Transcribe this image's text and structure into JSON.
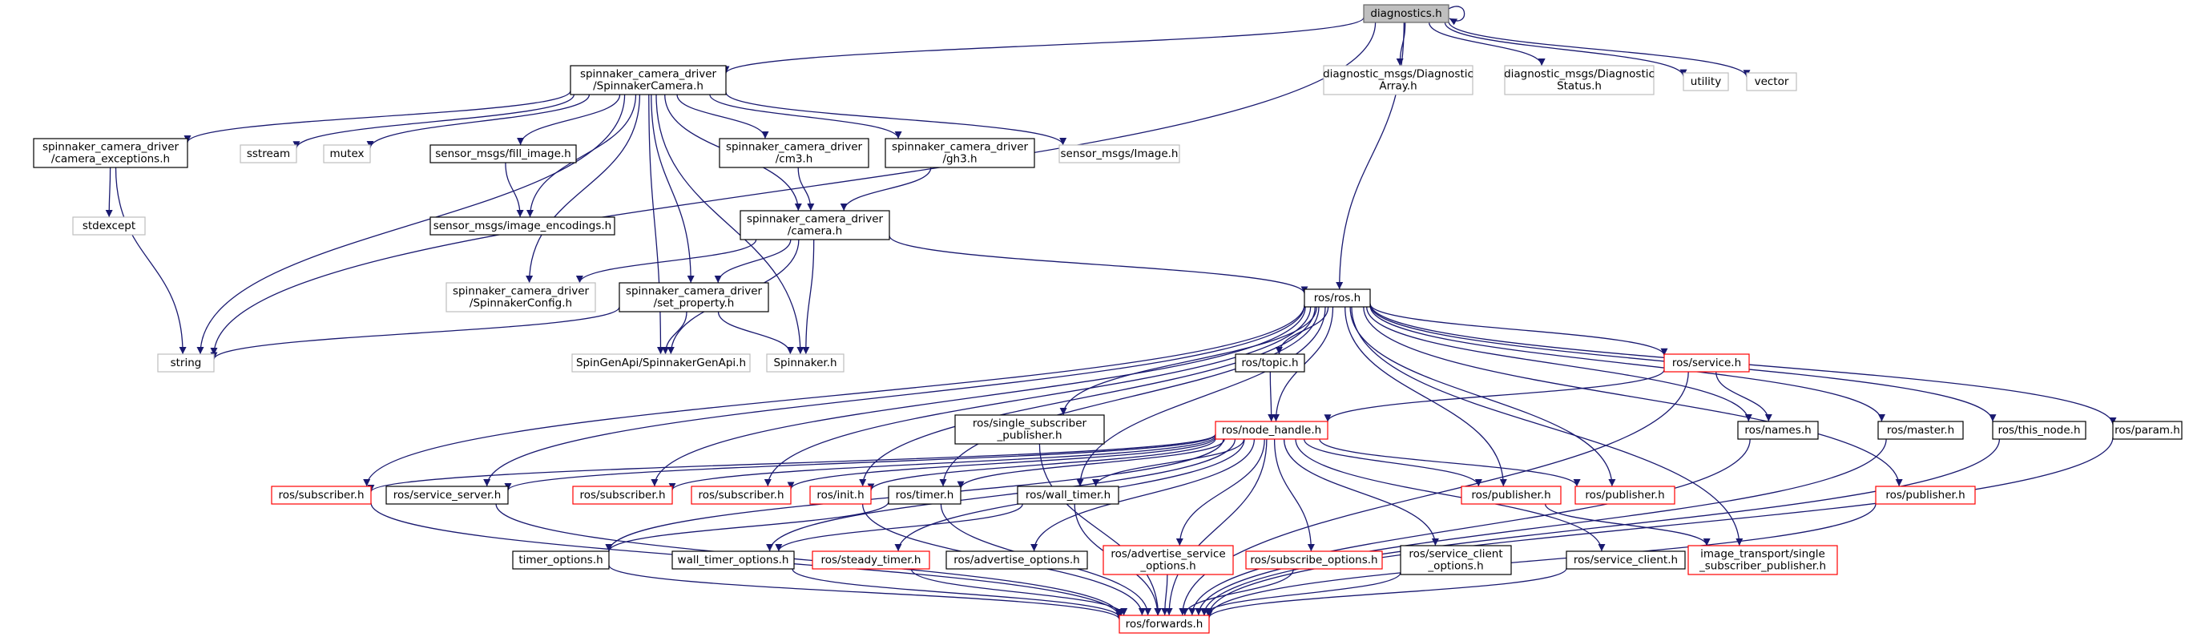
{
  "colors": {
    "edge": "#191970",
    "focus_fill": "#bfbfbf",
    "documented": "#000000",
    "undocumented": "#bfbfbf",
    "truncated": "#ff0000"
  },
  "nodes": [
    {
      "id": "diag",
      "lines": [
        "diagnostics.h"
      ],
      "style": "focus"
    },
    {
      "id": "spincam",
      "lines": [
        "spinnaker_camera_driver",
        "/SpinnakerCamera.h"
      ],
      "style": "doc"
    },
    {
      "id": "darray",
      "lines": [
        "diagnostic_msgs/Diagnostic",
        "Array.h"
      ],
      "style": "undoc"
    },
    {
      "id": "dstatus",
      "lines": [
        "diagnostic_msgs/Diagnostic",
        "Status.h"
      ],
      "style": "undoc"
    },
    {
      "id": "utility",
      "lines": [
        "utility"
      ],
      "style": "undoc"
    },
    {
      "id": "vector",
      "lines": [
        "vector"
      ],
      "style": "undoc"
    },
    {
      "id": "camexc",
      "lines": [
        "spinnaker_camera_driver",
        "/camera_exceptions.h"
      ],
      "style": "doc"
    },
    {
      "id": "sstream",
      "lines": [
        "sstream"
      ],
      "style": "undoc"
    },
    {
      "id": "mutex",
      "lines": [
        "mutex"
      ],
      "style": "undoc"
    },
    {
      "id": "fillimg",
      "lines": [
        "sensor_msgs/fill_image.h"
      ],
      "style": "doc"
    },
    {
      "id": "cm3",
      "lines": [
        "spinnaker_camera_driver",
        "/cm3.h"
      ],
      "style": "doc"
    },
    {
      "id": "gh3",
      "lines": [
        "spinnaker_camera_driver",
        "/gh3.h"
      ],
      "style": "doc"
    },
    {
      "id": "imagemsg",
      "lines": [
        "sensor_msgs/Image.h"
      ],
      "style": "undoc"
    },
    {
      "id": "stdexcept",
      "lines": [
        "stdexcept"
      ],
      "style": "undoc"
    },
    {
      "id": "imgenc",
      "lines": [
        "sensor_msgs/image_encodings.h"
      ],
      "style": "doc"
    },
    {
      "id": "camera",
      "lines": [
        "spinnaker_camera_driver",
        "/camera.h"
      ],
      "style": "doc"
    },
    {
      "id": "spinconfig",
      "lines": [
        "spinnaker_camera_driver",
        "/SpinnakerConfig.h"
      ],
      "style": "undoc"
    },
    {
      "id": "setprop",
      "lines": [
        "spinnaker_camera_driver",
        "/set_property.h"
      ],
      "style": "doc"
    },
    {
      "id": "string",
      "lines": [
        "string"
      ],
      "style": "undoc"
    },
    {
      "id": "genapi",
      "lines": [
        "SpinGenApi/SpinnakerGenApi.h"
      ],
      "style": "undoc"
    },
    {
      "id": "spinnaker",
      "lines": [
        "Spinnaker.h"
      ],
      "style": "undoc"
    },
    {
      "id": "ros",
      "lines": [
        "ros/ros.h"
      ],
      "style": "doc"
    },
    {
      "id": "topic",
      "lines": [
        "ros/topic.h"
      ],
      "style": "doc"
    },
    {
      "id": "service",
      "lines": [
        "ros/service.h"
      ],
      "style": "trunc"
    },
    {
      "id": "singlesub",
      "lines": [
        "ros/single_subscriber",
        "_publisher.h"
      ],
      "style": "doc"
    },
    {
      "id": "nodehandle",
      "lines": [
        "ros/node_handle.h"
      ],
      "style": "trunc"
    },
    {
      "id": "names",
      "lines": [
        "ros/names.h"
      ],
      "style": "doc"
    },
    {
      "id": "master",
      "lines": [
        "ros/master.h"
      ],
      "style": "doc"
    },
    {
      "id": "thisnode",
      "lines": [
        "ros/this_node.h"
      ],
      "style": "doc"
    },
    {
      "id": "param",
      "lines": [
        "ros/param.h"
      ],
      "style": "doc"
    },
    {
      "id": "subscriber1",
      "lines": [
        "ros/subscriber.h"
      ],
      "style": "trunc"
    },
    {
      "id": "serviceserver",
      "lines": [
        "ros/service_server.h"
      ],
      "style": "doc"
    },
    {
      "id": "subscriber2",
      "lines": [
        "ros/subscriber.h"
      ],
      "style": "trunc"
    },
    {
      "id": "subscriber3",
      "lines": [
        "ros/subscriber.h"
      ],
      "style": "trunc"
    },
    {
      "id": "init",
      "lines": [
        "ros/init.h"
      ],
      "style": "trunc"
    },
    {
      "id": "timer",
      "lines": [
        "ros/timer.h"
      ],
      "style": "doc"
    },
    {
      "id": "walltimer",
      "lines": [
        "ros/wall_timer.h"
      ],
      "style": "doc"
    },
    {
      "id": "publisher1",
      "lines": [
        "ros/publisher.h"
      ],
      "style": "trunc"
    },
    {
      "id": "publisher2",
      "lines": [
        "ros/publisher.h"
      ],
      "style": "trunc"
    },
    {
      "id": "publisher3",
      "lines": [
        "ros/publisher.h"
      ],
      "style": "trunc"
    },
    {
      "id": "timeropts",
      "lines": [
        "timer_options.h"
      ],
      "style": "doc"
    },
    {
      "id": "walltimeropts",
      "lines": [
        "wall_timer_options.h"
      ],
      "style": "doc"
    },
    {
      "id": "steadytimer",
      "lines": [
        "ros/steady_timer.h"
      ],
      "style": "trunc"
    },
    {
      "id": "advopts",
      "lines": [
        "ros/advertise_options.h"
      ],
      "style": "doc"
    },
    {
      "id": "advsvcopts",
      "lines": [
        "ros/advertise_service",
        "_options.h"
      ],
      "style": "trunc"
    },
    {
      "id": "subopts",
      "lines": [
        "ros/subscribe_options.h"
      ],
      "style": "trunc"
    },
    {
      "id": "svcclientopts",
      "lines": [
        "ros/service_client",
        "_options.h"
      ],
      "style": "doc"
    },
    {
      "id": "svcclient",
      "lines": [
        "ros/service_client.h"
      ],
      "style": "doc"
    },
    {
      "id": "imgtransport",
      "lines": [
        "image_transport/single",
        "_subscriber_publisher.h"
      ],
      "style": "trunc"
    },
    {
      "id": "forwards",
      "lines": [
        "ros/forwards.h"
      ],
      "style": "trunc"
    }
  ],
  "edges": [
    [
      "diag",
      "diag"
    ],
    [
      "diag",
      "spincam"
    ],
    [
      "diag",
      "darray"
    ],
    [
      "diag",
      "dstatus"
    ],
    [
      "diag",
      "utility"
    ],
    [
      "diag",
      "vector"
    ],
    [
      "diag",
      "string"
    ],
    [
      "diag",
      "ros"
    ],
    [
      "spincam",
      "camexc"
    ],
    [
      "spincam",
      "sstream"
    ],
    [
      "spincam",
      "mutex"
    ],
    [
      "spincam",
      "fillimg"
    ],
    [
      "spincam",
      "cm3"
    ],
    [
      "spincam",
      "gh3"
    ],
    [
      "spincam",
      "imagemsg"
    ],
    [
      "spincam",
      "imgenc"
    ],
    [
      "spincam",
      "camera"
    ],
    [
      "spincam",
      "spinconfig"
    ],
    [
      "spincam",
      "setprop"
    ],
    [
      "spincam",
      "string"
    ],
    [
      "spincam",
      "genapi"
    ],
    [
      "spincam",
      "spinnaker"
    ],
    [
      "camexc",
      "stdexcept"
    ],
    [
      "camexc",
      "string"
    ],
    [
      "fillimg",
      "imgenc"
    ],
    [
      "cm3",
      "camera"
    ],
    [
      "gh3",
      "camera"
    ],
    [
      "camera",
      "spinconfig"
    ],
    [
      "camera",
      "setprop"
    ],
    [
      "camera",
      "genapi"
    ],
    [
      "camera",
      "spinnaker"
    ],
    [
      "camera",
      "ros"
    ],
    [
      "setprop",
      "string"
    ],
    [
      "setprop",
      "genapi"
    ],
    [
      "setprop",
      "spinnaker"
    ],
    [
      "ros",
      "topic"
    ],
    [
      "ros",
      "service"
    ],
    [
      "ros",
      "singlesub"
    ],
    [
      "ros",
      "nodehandle"
    ],
    [
      "ros",
      "names"
    ],
    [
      "ros",
      "master"
    ],
    [
      "ros",
      "thisnode"
    ],
    [
      "ros",
      "param"
    ],
    [
      "ros",
      "subscriber1"
    ],
    [
      "ros",
      "serviceserver"
    ],
    [
      "ros",
      "subscriber2"
    ],
    [
      "ros",
      "subscriber3"
    ],
    [
      "ros",
      "init"
    ],
    [
      "ros",
      "timer"
    ],
    [
      "ros",
      "walltimer"
    ],
    [
      "ros",
      "publisher1"
    ],
    [
      "ros",
      "publisher2"
    ],
    [
      "ros",
      "publisher3"
    ],
    [
      "ros",
      "imgtransport"
    ],
    [
      "topic",
      "nodehandle"
    ],
    [
      "service",
      "nodehandle"
    ],
    [
      "service",
      "names"
    ],
    [
      "service",
      "forwards"
    ],
    [
      "singlesub",
      "forwards"
    ],
    [
      "nodehandle",
      "subscriber1"
    ],
    [
      "nodehandle",
      "serviceserver"
    ],
    [
      "nodehandle",
      "subscriber2"
    ],
    [
      "nodehandle",
      "subscriber3"
    ],
    [
      "nodehandle",
      "init"
    ],
    [
      "nodehandle",
      "timer"
    ],
    [
      "nodehandle",
      "walltimer"
    ],
    [
      "nodehandle",
      "publisher1"
    ],
    [
      "nodehandle",
      "publisher2"
    ],
    [
      "nodehandle",
      "timeropts"
    ],
    [
      "nodehandle",
      "walltimeropts"
    ],
    [
      "nodehandle",
      "steadytimer"
    ],
    [
      "nodehandle",
      "advopts"
    ],
    [
      "nodehandle",
      "advsvcopts"
    ],
    [
      "nodehandle",
      "subopts"
    ],
    [
      "nodehandle",
      "svcclientopts"
    ],
    [
      "nodehandle",
      "svcclient"
    ],
    [
      "nodehandle",
      "forwards"
    ],
    [
      "names",
      "forwards"
    ],
    [
      "master",
      "forwards"
    ],
    [
      "thisnode",
      "forwards"
    ],
    [
      "param",
      "forwards"
    ],
    [
      "subscriber1",
      "forwards"
    ],
    [
      "serviceserver",
      "forwards"
    ],
    [
      "init",
      "forwards"
    ],
    [
      "timer",
      "timeropts"
    ],
    [
      "timer",
      "forwards"
    ],
    [
      "walltimer",
      "walltimeropts"
    ],
    [
      "walltimer",
      "forwards"
    ],
    [
      "publisher1",
      "imgtransport"
    ],
    [
      "publisher3",
      "forwards"
    ],
    [
      "timeropts",
      "forwards"
    ],
    [
      "walltimeropts",
      "forwards"
    ],
    [
      "steadytimer",
      "forwards"
    ],
    [
      "advsvcopts",
      "forwards"
    ],
    [
      "subopts",
      "forwards"
    ],
    [
      "svcclientopts",
      "forwards"
    ],
    [
      "svcclient",
      "forwards"
    ]
  ]
}
